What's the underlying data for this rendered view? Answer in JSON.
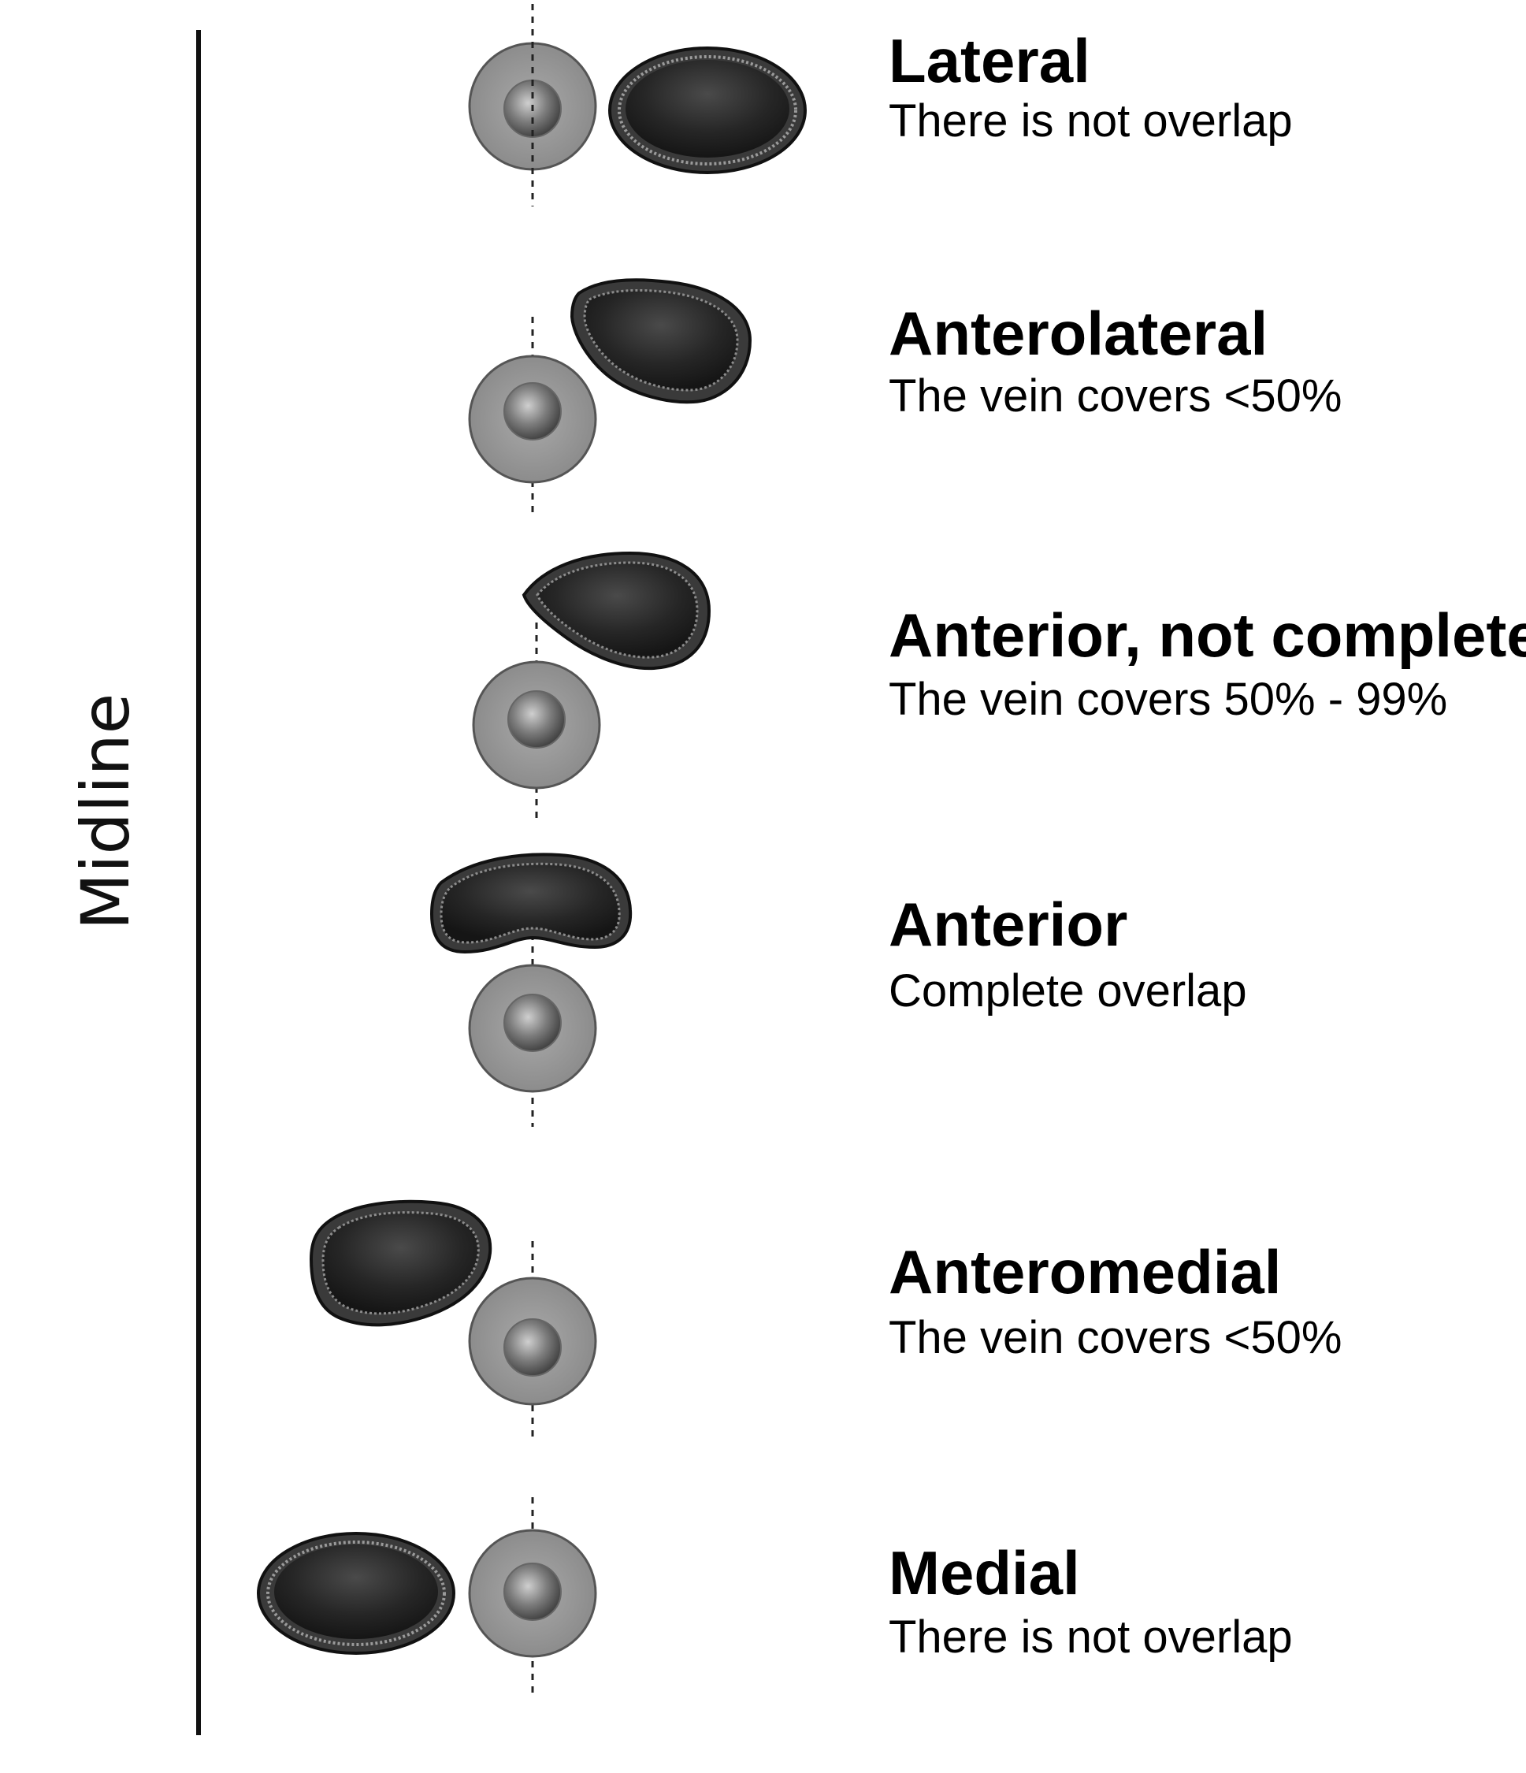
{
  "midline_label": "Midline",
  "colors": {
    "artery": "#9a9a9a",
    "vein": "#262626",
    "line": "#111111"
  },
  "rows": [
    {
      "key": "lateral",
      "title": "Lateral",
      "description": "There is not overlap"
    },
    {
      "key": "anterolateral",
      "title": "Anterolateral",
      "description": "The vein covers <50%"
    },
    {
      "key": "anterior-not-complete",
      "title": "Anterior, not complete",
      "description": "The vein covers 50% - 99%"
    },
    {
      "key": "anterior",
      "title": "Anterior",
      "description": "Complete overlap"
    },
    {
      "key": "anteromedial",
      "title": "Anteromedial",
      "description": "The vein covers <50%"
    },
    {
      "key": "medial",
      "title": "Medial",
      "description": "There is not overlap"
    }
  ]
}
